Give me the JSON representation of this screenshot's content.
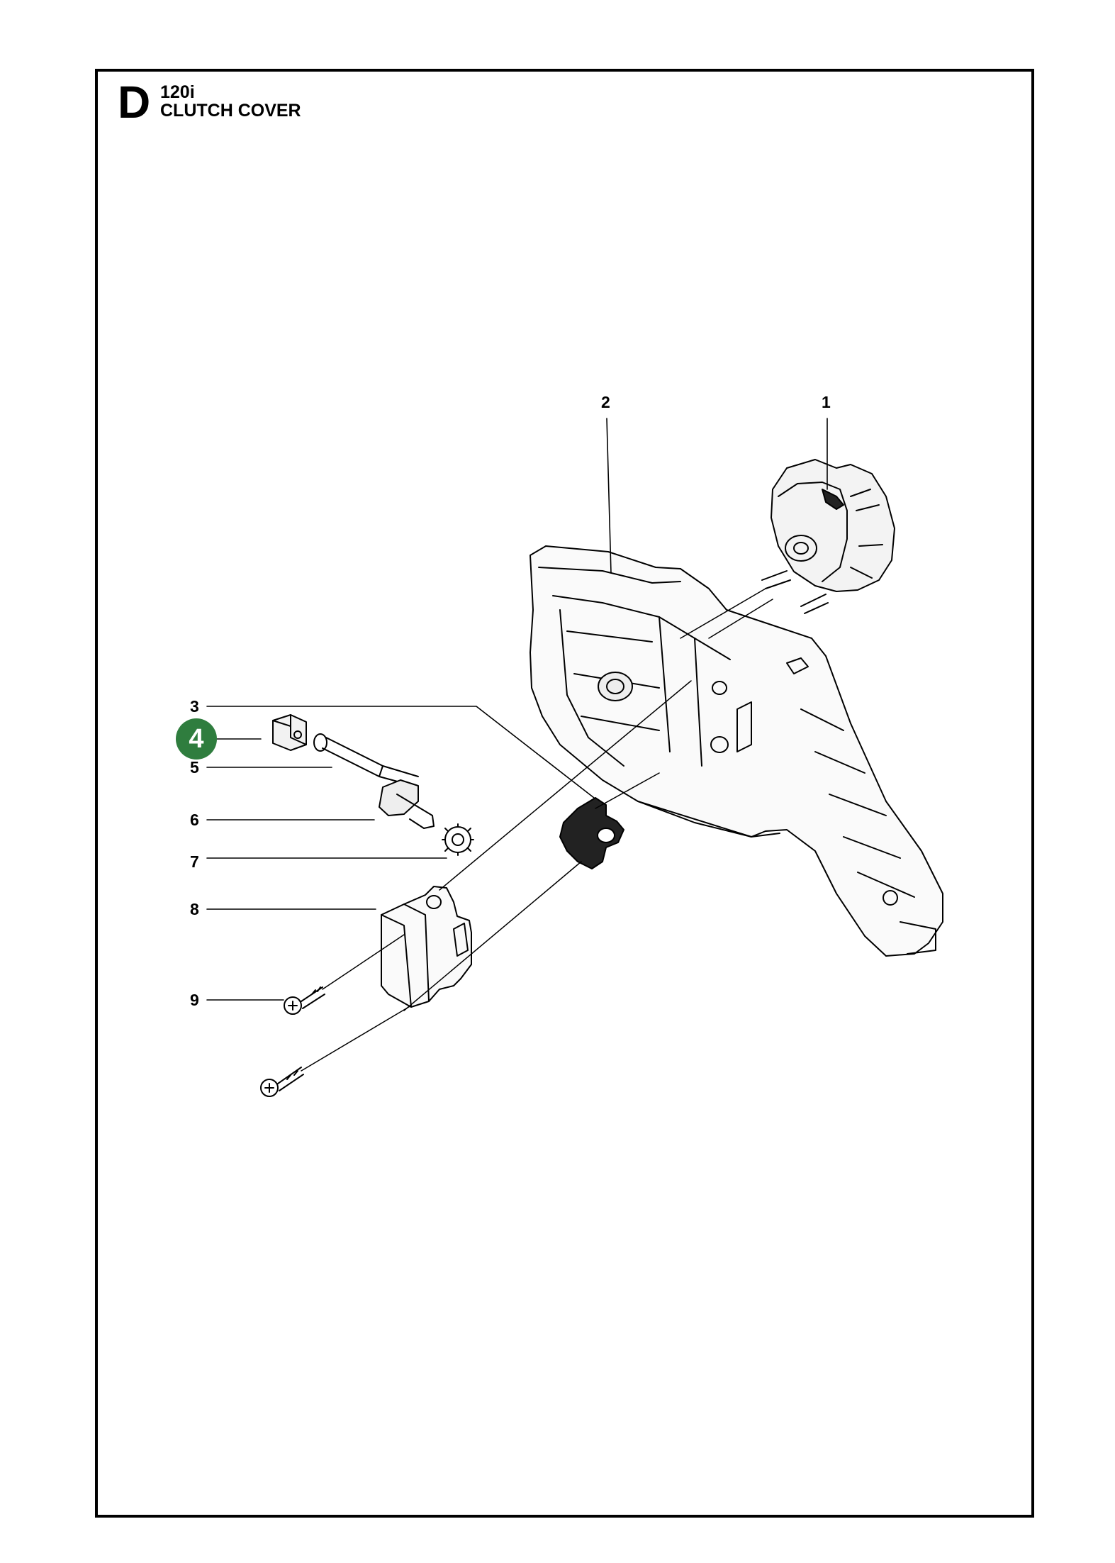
{
  "header": {
    "section_letter": "D",
    "model": "120i",
    "title": "CLUTCH COVER"
  },
  "callouts": [
    {
      "id": "1",
      "label": "1"
    },
    {
      "id": "2",
      "label": "2"
    },
    {
      "id": "3",
      "label": "3"
    },
    {
      "id": "4",
      "label": "4",
      "highlighted": true
    },
    {
      "id": "5",
      "label": "5"
    },
    {
      "id": "6",
      "label": "6"
    },
    {
      "id": "7",
      "label": "7"
    },
    {
      "id": "8",
      "label": "8"
    },
    {
      "id": "9",
      "label": "9"
    }
  ],
  "colors": {
    "highlight": "#2f7d3e",
    "line": "#000000",
    "background": "#ffffff"
  }
}
